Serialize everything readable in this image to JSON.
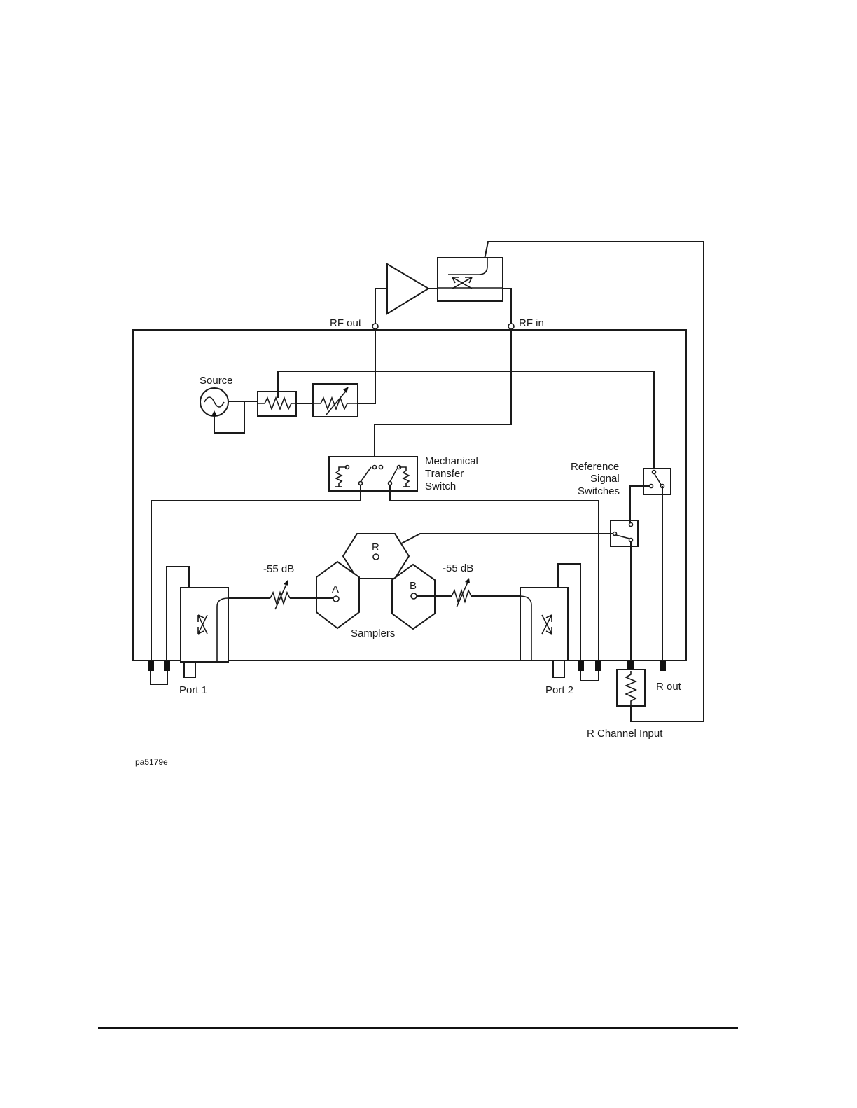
{
  "diagram": {
    "labels": {
      "rf_out": "RF out",
      "rf_in": "RF in",
      "source": "Source",
      "mech_switch_1": "Mechanical",
      "mech_switch_2": "Transfer",
      "mech_switch_3": "Switch",
      "ref_switch_1": "Reference",
      "ref_switch_2": "Signal",
      "ref_switch_3": "Switches",
      "atten_left": "-55 dB",
      "atten_right": "-55 dB",
      "sampler_r": "R",
      "sampler_a": "A",
      "sampler_b": "B",
      "samplers": "Samplers",
      "port1": "Port 1",
      "port2": "Port 2",
      "r_out": "R out",
      "r_channel_input": "R Channel Input",
      "figure_id": "pa5179e"
    }
  }
}
